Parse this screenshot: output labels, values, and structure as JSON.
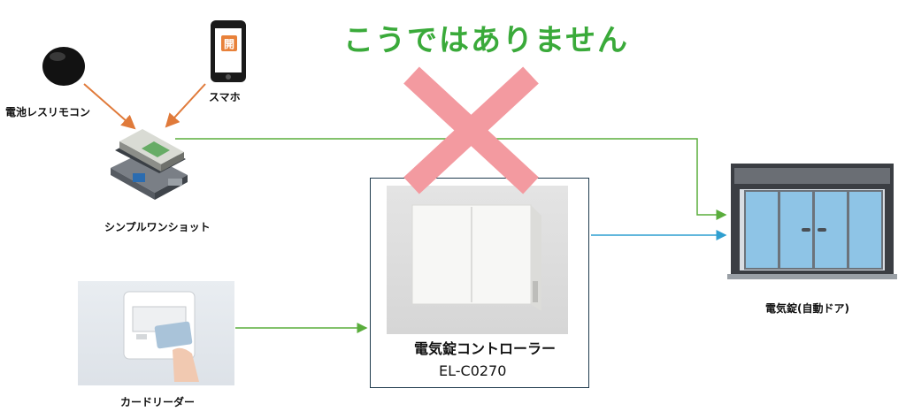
{
  "headline": "こうではありません",
  "nodes": {
    "remote": "電池レスリモコン",
    "phone": "スマホ",
    "phone_icon_char": "開",
    "oneshot": "シンプルワンショット",
    "card_reader": "カードリーダー",
    "controller_name": "電気錠コントローラー",
    "controller_model": "EL-C0270",
    "door": "電気錠(自動ドア)"
  },
  "colors": {
    "orange_arrow": "#e07a3a",
    "green_line": "#5aad3c",
    "blue_line": "#2f9fd0",
    "cross": "#f39aa0",
    "headline": "#3aaa3a"
  }
}
